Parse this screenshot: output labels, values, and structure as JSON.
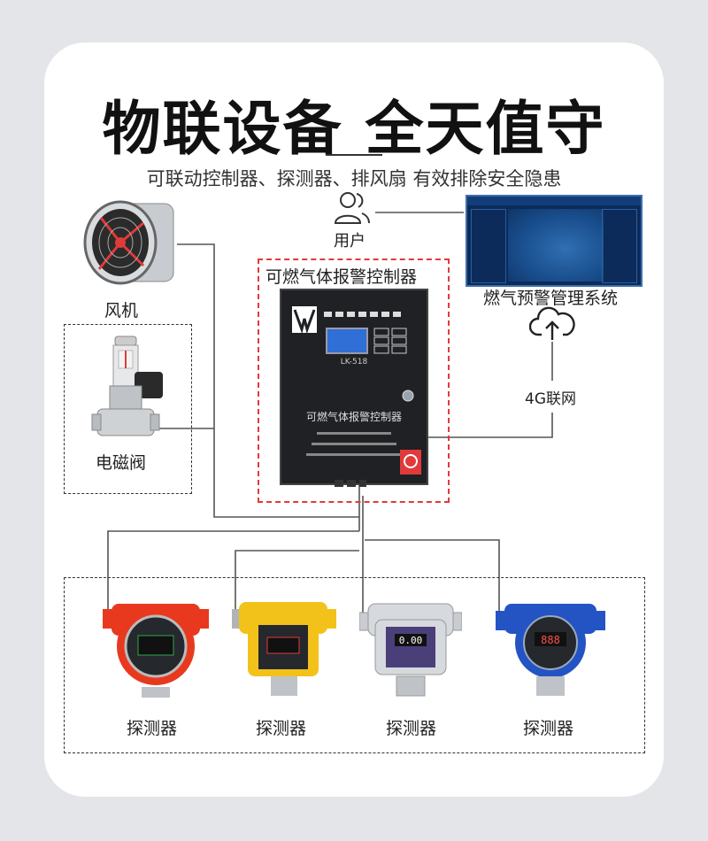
{
  "title": "物联设备  全天值守",
  "subtitle": "可联动控制器、探测器、排风扇  有效排除安全隐患",
  "user_label": "用户",
  "system_label": "燃气预警管理系统",
  "fan_label": "风机",
  "valve_label": "电磁阀",
  "controller_box_label": "可燃气体报警控制器",
  "controller_front_text": "可燃气体报警控制器",
  "controller_model": "LK-518",
  "network_label": "4G联网",
  "detector_labels": [
    "探测器",
    "探测器",
    "探测器",
    "探测器"
  ],
  "detector_displays": [
    "",
    "",
    "0.00",
    "888"
  ],
  "colors": {
    "accent_red": "#e23a3a",
    "detector_red": "#e8391f",
    "detector_yellow": "#f3c21a",
    "detector_silver": "#c9ccd1",
    "detector_blue": "#2453c4"
  }
}
